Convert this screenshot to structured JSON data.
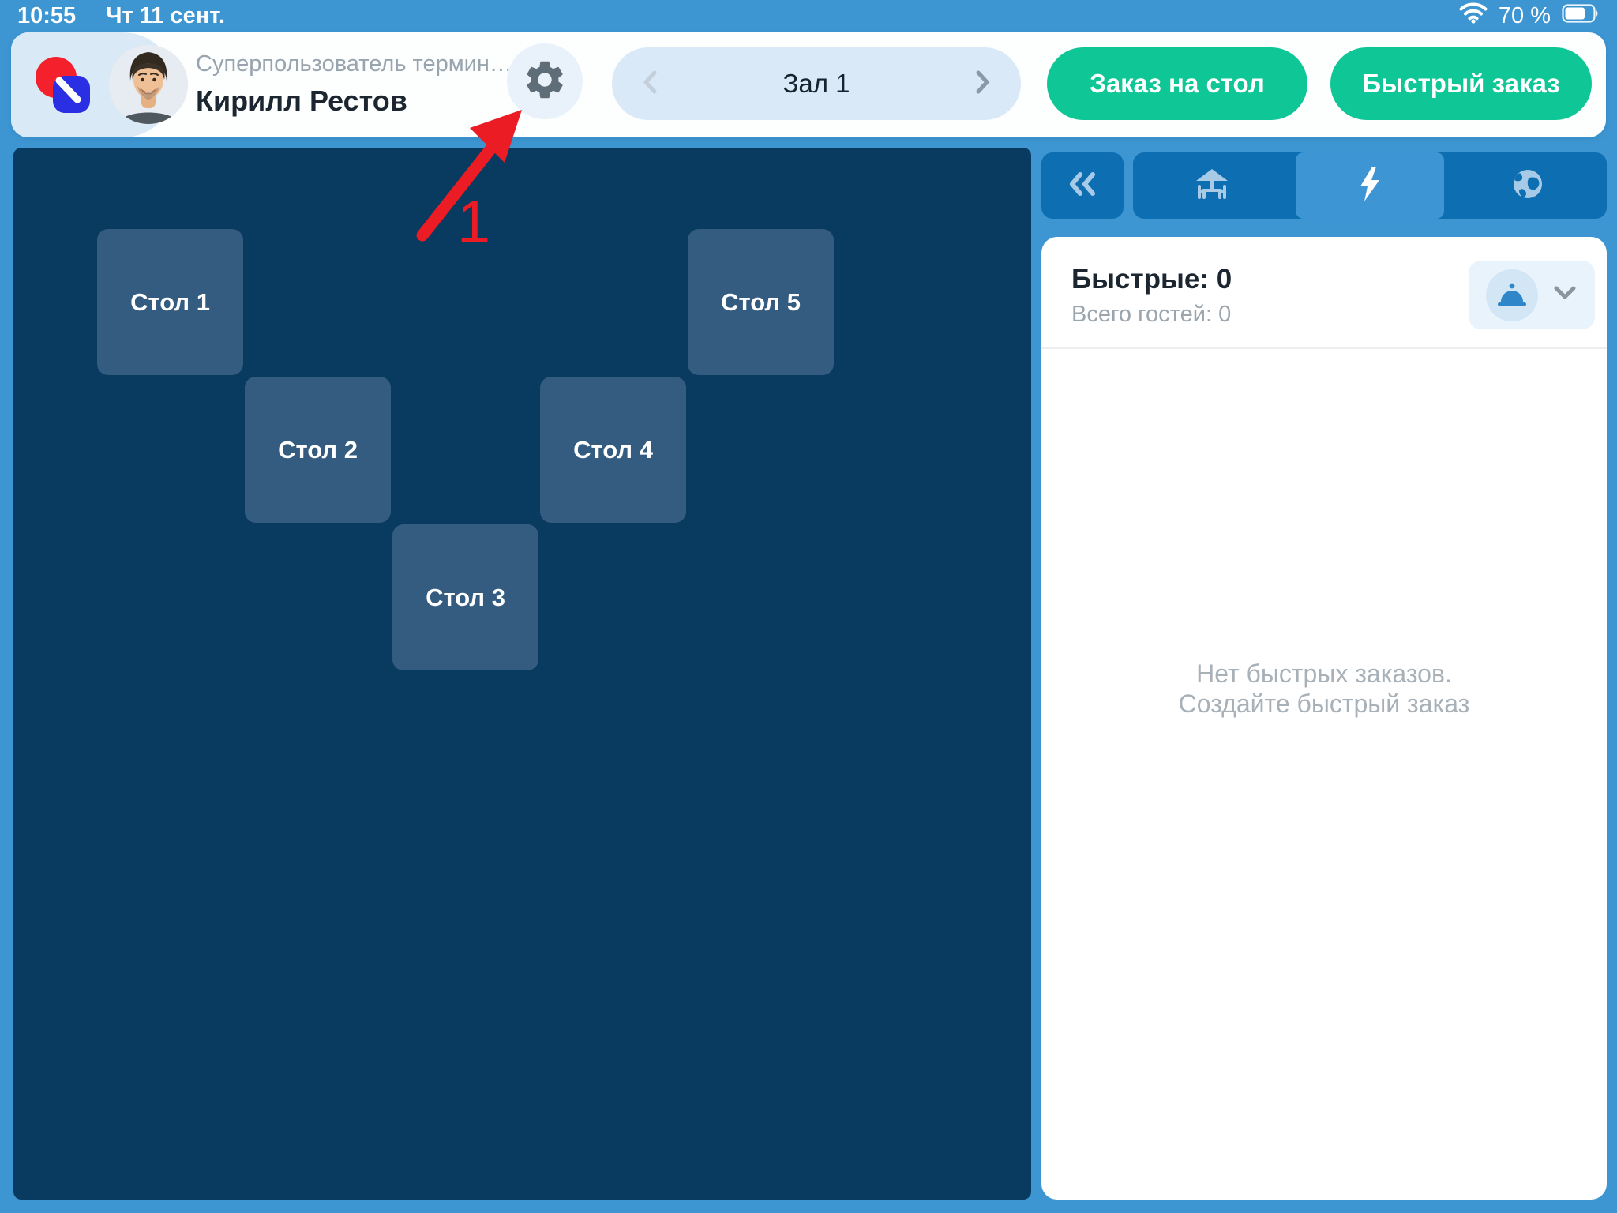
{
  "status_bar": {
    "time": "10:55",
    "date": "Чт 11 сент.",
    "battery_percent": "70 %",
    "icons": {
      "wifi": "wifi-icon",
      "battery": "battery-icon"
    }
  },
  "header": {
    "role_truncated": "Суперпользователь термин…",
    "user_name": "Кирилл Рестов",
    "settings_icon": "gear-icon",
    "hall_selector": {
      "current": "Зал 1",
      "prev_icon": "chevron-left-icon",
      "next_icon": "chevron-right-icon"
    },
    "table_order_button": "Заказ на стол",
    "quick_order_button": "Быстрый заказ"
  },
  "floor_plan": {
    "tables": [
      {
        "label": "Стол 1"
      },
      {
        "label": "Стол 2"
      },
      {
        "label": "Стол 3"
      },
      {
        "label": "Стол 4"
      },
      {
        "label": "Стол 5"
      }
    ]
  },
  "sidebar": {
    "collapse_icon": "double-chevron-left-icon",
    "tabs": [
      {
        "icon": "terrace-icon",
        "selected": false
      },
      {
        "icon": "lightning-icon",
        "selected": true
      },
      {
        "icon": "globe-icon",
        "selected": false
      }
    ],
    "quick_orders": {
      "title": "Быстрые: 0",
      "guests": "Всего гостей: 0",
      "cloche_icon": "cloche-icon",
      "expand_icon": "chevron-down-icon",
      "empty_line1": "Нет быстрых заказов.",
      "empty_line2": "Создайте быстрый заказ"
    }
  },
  "annotation": {
    "step": "1"
  },
  "colors": {
    "accent_blue": "#3D96D2",
    "dark_navy": "#093A5F",
    "table_tile": "#345C81",
    "green": "#0FC796",
    "sidebar_button": "#0D6FB2",
    "red_annotation": "#EC1C24"
  }
}
